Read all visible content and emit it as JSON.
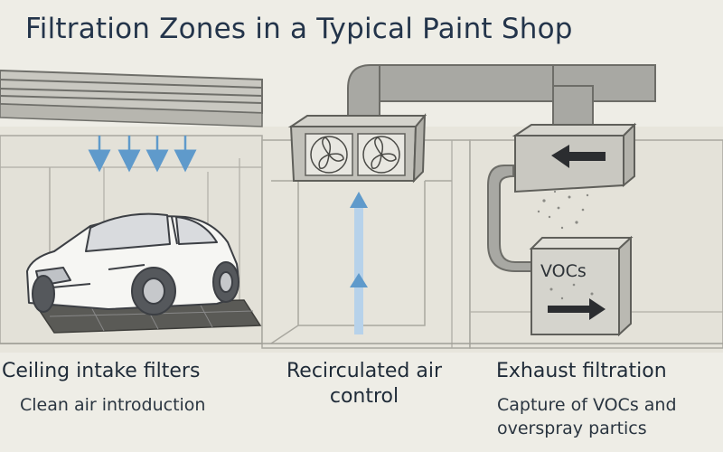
{
  "title": "Filtration Zones in a Typical Paint Shop",
  "zones": [
    {
      "heading": "Ceiling intake filters",
      "subtext": "Clean air introduction"
    },
    {
      "heading": "Recirculated air control",
      "subtext": ""
    },
    {
      "heading": "Exhaust filtration",
      "subtext": "Capture of VOCs and overspray partics"
    }
  ],
  "voc_label": "VOCs",
  "colors": {
    "airflow_arrow": "#5f9acb",
    "title_text": "#23344a",
    "background": "#eeede6",
    "duct": "#9b9b96"
  },
  "icons": [
    "fan-icon",
    "airflow-down-arrow-icon",
    "airflow-up-arrow-icon",
    "exhaust-arrow-left-icon",
    "exhaust-arrow-right-icon",
    "car-icon"
  ]
}
